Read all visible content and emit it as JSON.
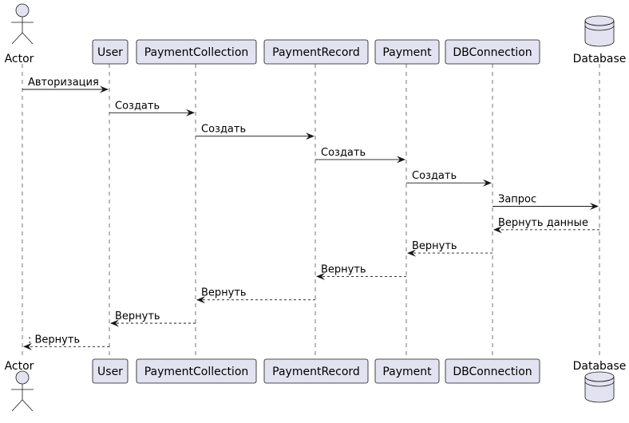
{
  "participants": [
    {
      "id": "actor",
      "name": "Actor",
      "kind": "actor"
    },
    {
      "id": "user",
      "name": "User",
      "kind": "participant"
    },
    {
      "id": "paymentcollection",
      "name": "PaymentCollection",
      "kind": "participant"
    },
    {
      "id": "paymentrecord",
      "name": "PaymentRecord",
      "kind": "participant"
    },
    {
      "id": "payment",
      "name": "Payment",
      "kind": "participant"
    },
    {
      "id": "dbconnection",
      "name": "DBConnection",
      "kind": "participant"
    },
    {
      "id": "database",
      "name": "Database",
      "kind": "database"
    }
  ],
  "messages": [
    {
      "from": "actor",
      "to": "user",
      "label": "Авторизация",
      "style": "solid"
    },
    {
      "from": "user",
      "to": "paymentcollection",
      "label": "Создать",
      "style": "solid"
    },
    {
      "from": "paymentcollection",
      "to": "paymentrecord",
      "label": "Создать",
      "style": "solid"
    },
    {
      "from": "paymentrecord",
      "to": "payment",
      "label": "Создать",
      "style": "solid"
    },
    {
      "from": "payment",
      "to": "dbconnection",
      "label": "Создать",
      "style": "solid"
    },
    {
      "from": "dbconnection",
      "to": "database",
      "label": "Запрос",
      "style": "solid"
    },
    {
      "from": "database",
      "to": "dbconnection",
      "label": "Вернуть данные",
      "style": "dashed"
    },
    {
      "from": "dbconnection",
      "to": "payment",
      "label": "Вернуть",
      "style": "dashed"
    },
    {
      "from": "payment",
      "to": "paymentrecord",
      "label": "Вернуть",
      "style": "dashed"
    },
    {
      "from": "paymentrecord",
      "to": "paymentcollection",
      "label": "Вернуть",
      "style": "dashed"
    },
    {
      "from": "paymentcollection",
      "to": "user",
      "label": "Вернуть",
      "style": "dashed"
    },
    {
      "from": "user",
      "to": "actor",
      "label": ": Вернуть",
      "style": "dashed"
    }
  ],
  "colors": {
    "participant_fill": "#E2E2F0",
    "line": "#181818",
    "text": "#000000"
  }
}
